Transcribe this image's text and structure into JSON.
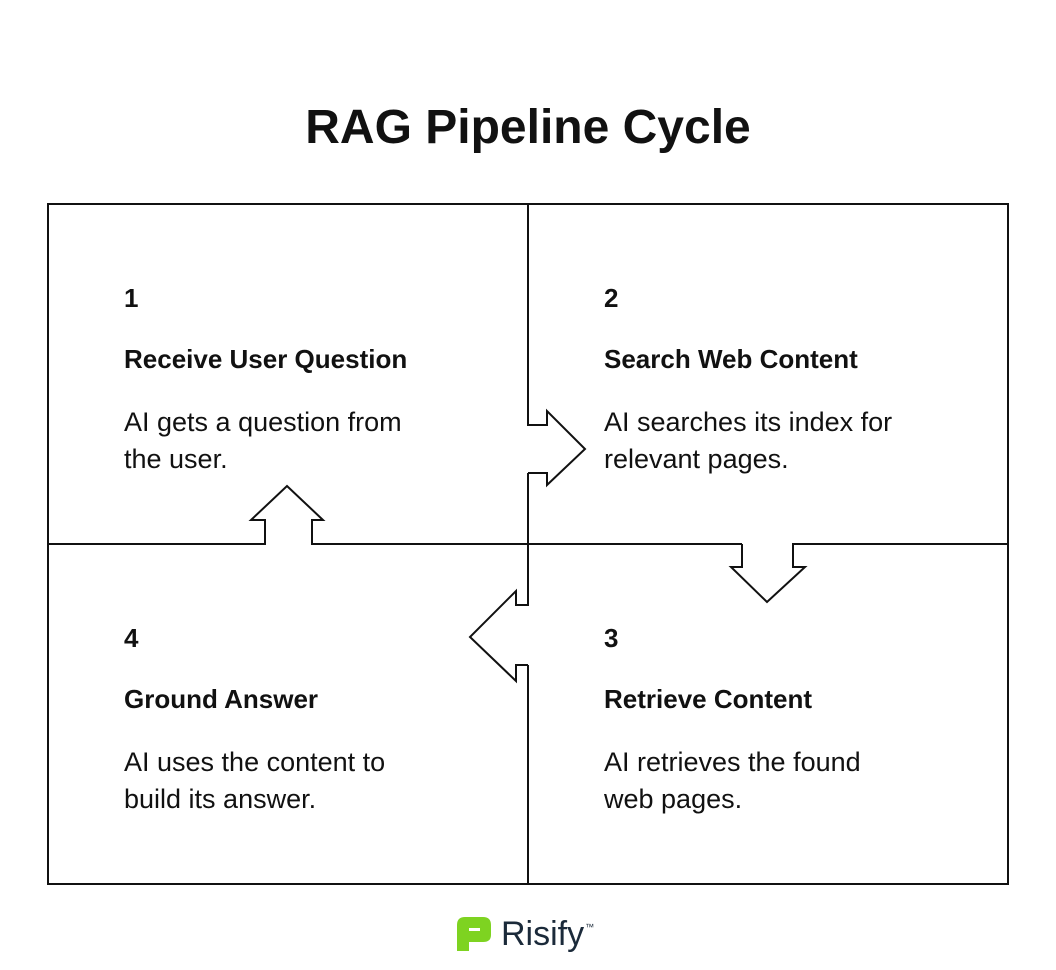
{
  "title": "RAG Pipeline Cycle",
  "steps": [
    {
      "number": "1",
      "title": "Receive User Question",
      "description": "AI gets a question from the user."
    },
    {
      "number": "2",
      "title": "Search Web Content",
      "description": "AI searches its index for relevant pages."
    },
    {
      "number": "3",
      "title": "Retrieve Content",
      "description": "AI retrieves the found web pages."
    },
    {
      "number": "4",
      "title": "Ground Answer",
      "description": "AI uses the content to build its answer."
    }
  ],
  "brand": {
    "name": "Risify",
    "trademark": "™",
    "logo_color": "#7ed321"
  },
  "colors": {
    "stroke": "#111111",
    "background": "#ffffff"
  }
}
